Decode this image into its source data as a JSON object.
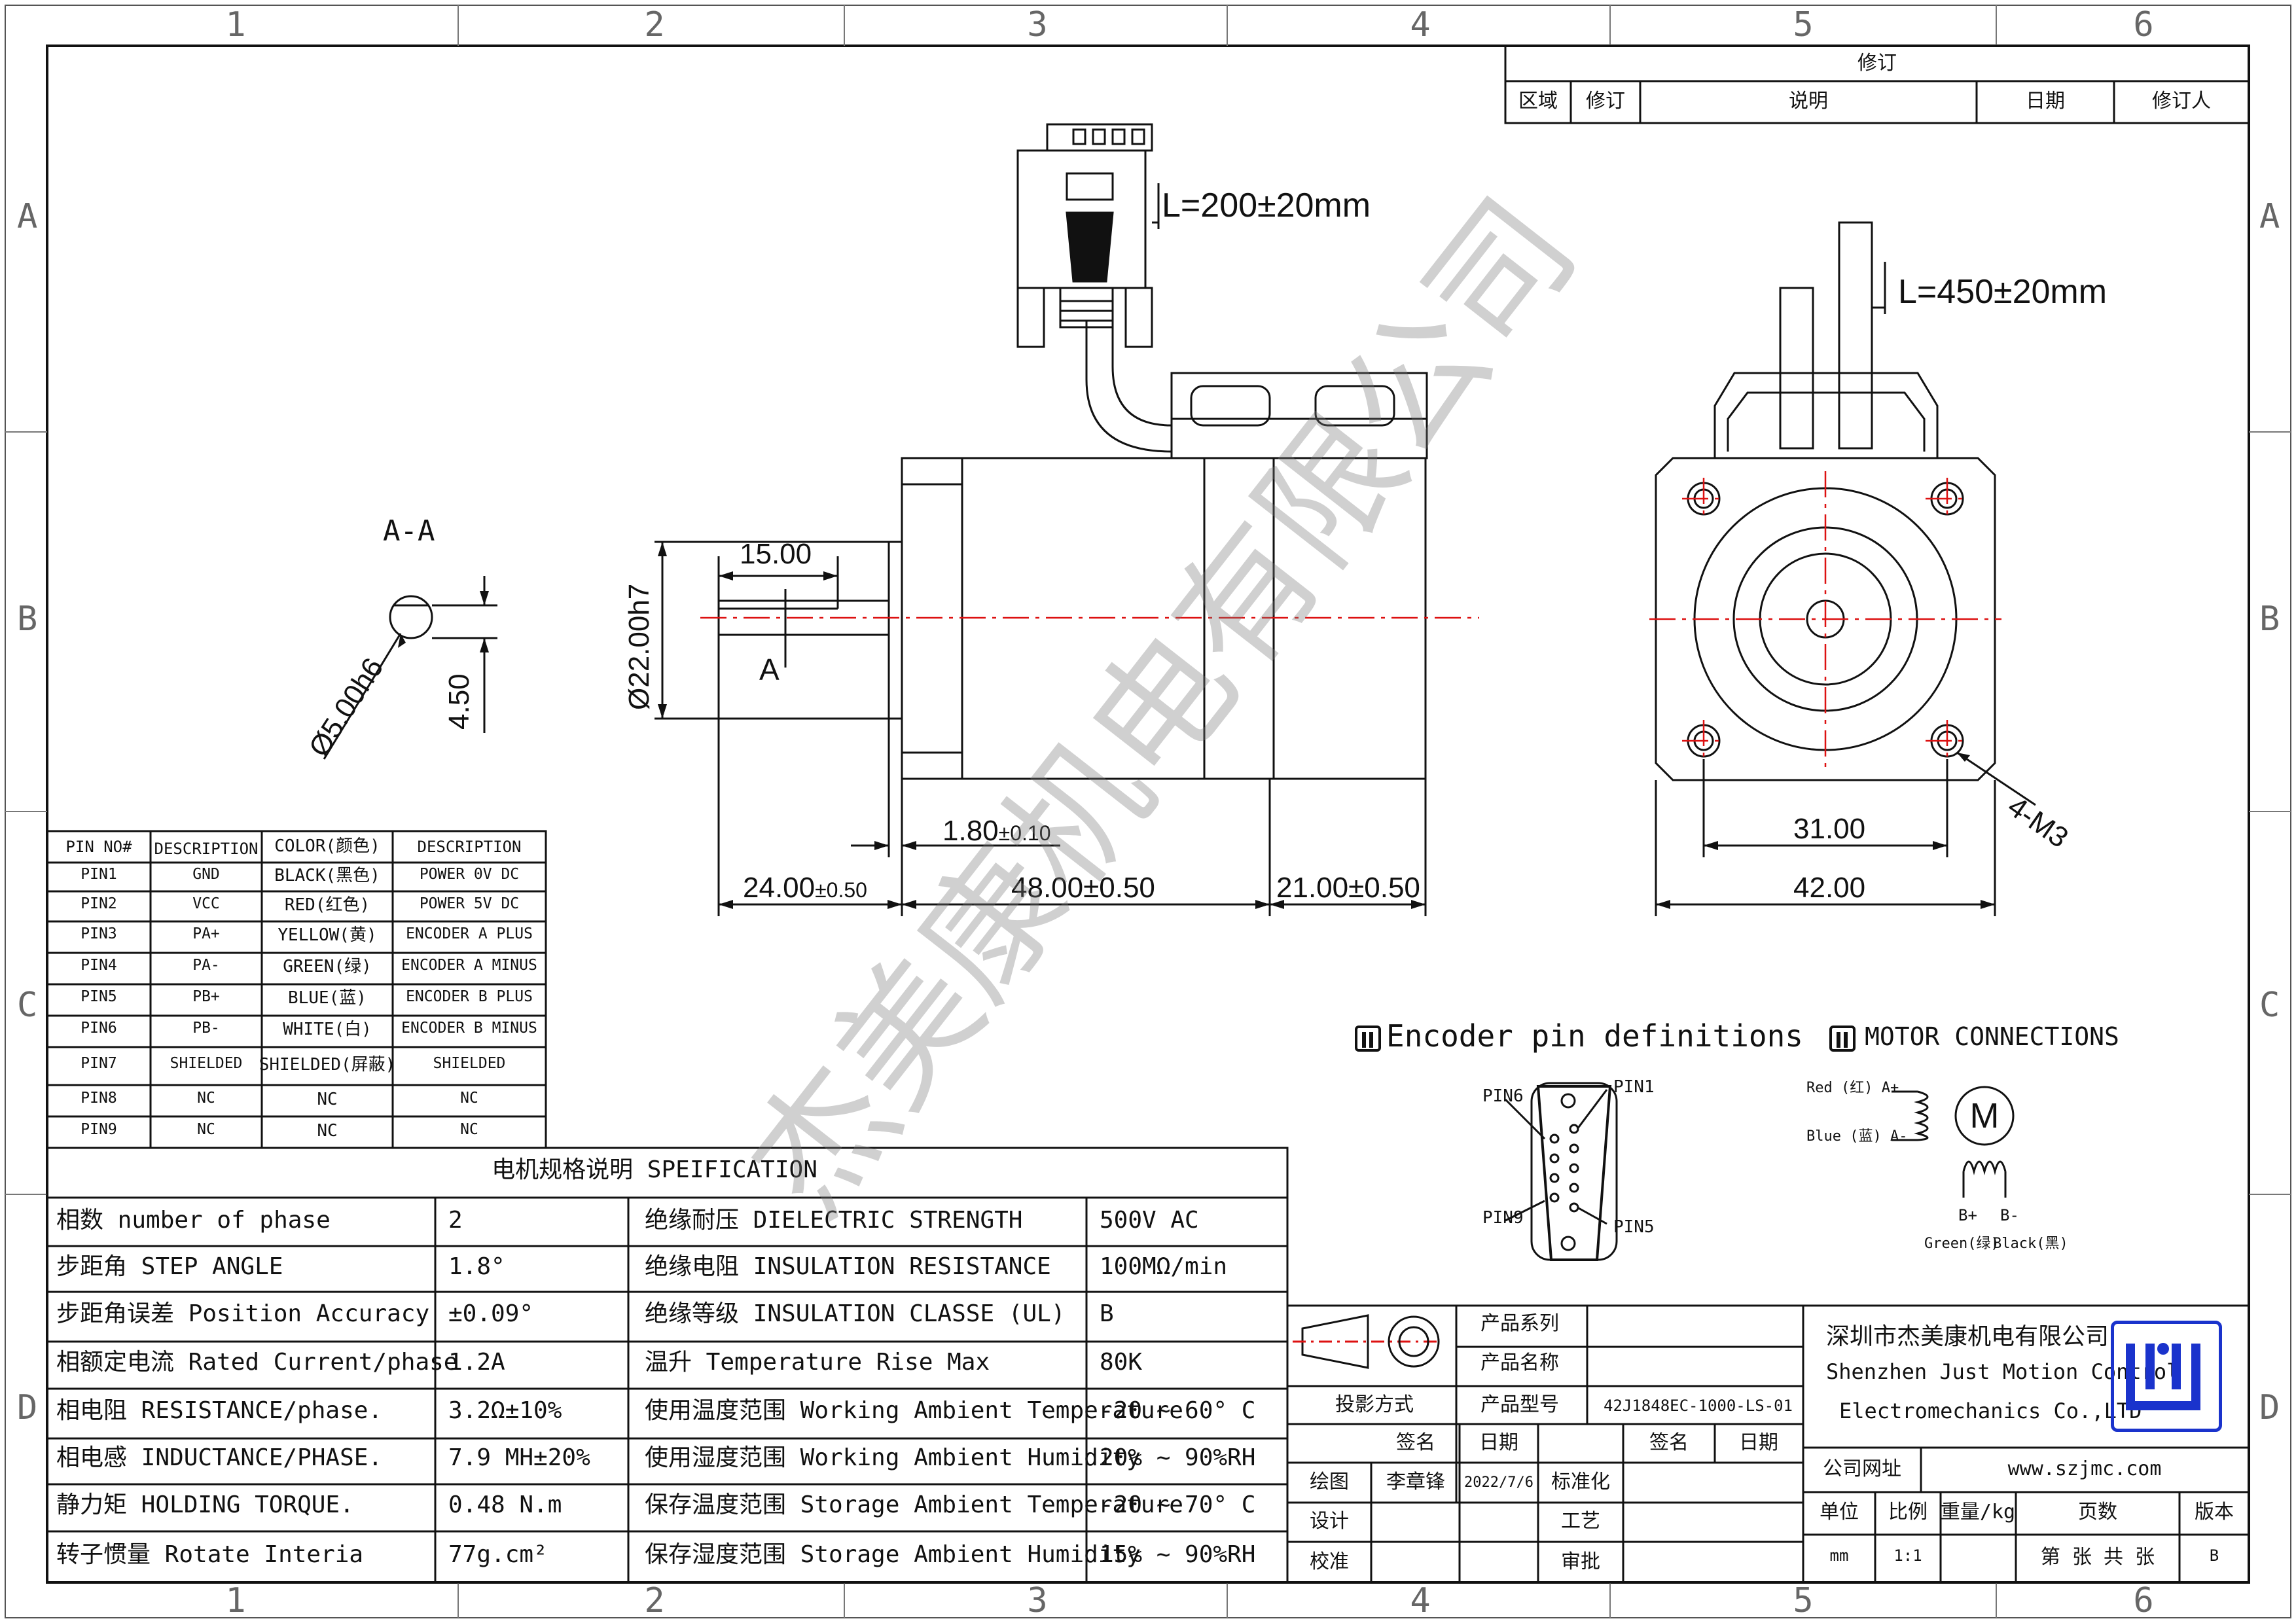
{
  "zones": {
    "columns": [
      "1",
      "2",
      "3",
      "4",
      "5",
      "6"
    ],
    "rows": [
      "A",
      "B",
      "C",
      "D"
    ]
  },
  "revision": {
    "title": "修订",
    "headers": [
      "区域",
      "修订",
      "说明",
      "日期",
      "修订人"
    ]
  },
  "views": {
    "section_label": "A-A",
    "section_marker": "A",
    "shaft_diameter": "Ø5.00h6",
    "flat_depth": "4.50",
    "shaft_length": "15.00",
    "pilot_diameter": "Ø22.00h7",
    "flange_thickness": "1.80",
    "flange_thickness_tol": "±0.10",
    "dim_front": "24.00",
    "dim_front_tol": "±0.50",
    "dim_body": "48.00±0.50",
    "dim_rear": "21.00±0.50",
    "cable_encoder": "L=200±20mm",
    "cable_motor": "L=450±20mm",
    "hole_spacing": "31.00",
    "frame_size": "42.00",
    "mount_holes": "4-M3"
  },
  "pin_table": {
    "headers": [
      "PIN NO#",
      "DESCRIPTION",
      "COLOR(颜色)",
      "DESCRIPTION"
    ],
    "rows": [
      [
        "PIN1",
        "GND",
        "BLACK(黑色)",
        "POWER 0V DC"
      ],
      [
        "PIN2",
        "VCC",
        "RED(红色)",
        "POWER 5V DC"
      ],
      [
        "PIN3",
        "PA+",
        "YELLOW(黄)",
        "ENCODER A PLUS"
      ],
      [
        "PIN4",
        "PA-",
        "GREEN(绿)",
        "ENCODER A MINUS"
      ],
      [
        "PIN5",
        "PB+",
        "BLUE(蓝)",
        "ENCODER B PLUS"
      ],
      [
        "PIN6",
        "PB-",
        "WHITE(白)",
        "ENCODER B MINUS"
      ],
      [
        "PIN7",
        "SHIELDED",
        "SHIELDED(屏蔽)",
        "SHIELDED"
      ],
      [
        "PIN8",
        "NC",
        "NC",
        "NC"
      ],
      [
        "PIN9",
        "NC",
        "NC",
        "NC"
      ]
    ]
  },
  "spec_table": {
    "title": "电机规格说明 SPEIFICATION",
    "rows": [
      [
        "相数 number of phase",
        "2",
        "绝缘耐压 DIELECTRIC STRENGTH",
        "500V AC"
      ],
      [
        "步距角 STEP ANGLE",
        "1.8°",
        "绝缘电阻 INSULATION RESISTANCE",
        "100MΩ/min"
      ],
      [
        "步距角误差 Position Accuracy",
        "±0.09°",
        "绝缘等级 INSULATION CLASSE (UL)",
        "B"
      ],
      [
        "相额定电流 Rated Current/phase",
        "1.2A",
        "温升 Temperature Rise Max",
        "80K"
      ],
      [
        "相电阻 RESISTANCE/phase.",
        "3.2Ω±10%",
        "使用温度范围 Working Ambient Temperature",
        "-20 ~ 60° C"
      ],
      [
        "相电感 INDUCTANCE/PHASE.",
        "7.9 MH±20%",
        "使用湿度范围 Working Ambient Humidity",
        "20% ~ 90%RH"
      ],
      [
        "静力矩 HOLDING TORQUE.",
        "0.48 N.m",
        "保存温度范围 Storage Ambient Temperature",
        "-20 ~ 70° C"
      ],
      [
        "转子惯量 Rotate Interia",
        "77g.cm²",
        "保存湿度范围 Storage Ambient Humidity",
        "15% ~ 90%RH"
      ]
    ]
  },
  "encoder_pins": {
    "title": "Encoder pin definitions",
    "labels": [
      "PIN6",
      "PIN1",
      "PIN9",
      "PIN5"
    ]
  },
  "motor_connections": {
    "title": "MOTOR CONNECTIONS",
    "a_plus": "Red (红) A+",
    "a_minus": "Blue (蓝) A-",
    "b_plus": "B+",
    "b_minus": "B-",
    "b_plus_color": "Green(绿)",
    "b_minus_color": "Black(黑)",
    "motor_symbol": "M"
  },
  "title_block": {
    "product_series_label": "产品系列",
    "product_name_label": "产品名称",
    "projection_label": "投影方式",
    "model_label": "产品型号",
    "model_value": "42J1848EC-1000-LS-01",
    "sign_label": "签名",
    "date_label": "日期",
    "sign_label_2": "签名",
    "date_label_2": "日期",
    "draw_label": "绘图",
    "drawer_name": "李章锋",
    "draw_date": "2022/7/6",
    "standard_label": "标准化",
    "design_label": "设计",
    "process_label": "工艺",
    "check_label": "校准",
    "approve_label": "审批",
    "company_cn": "深圳市杰美康机电有限公司",
    "company_en_1": "Shenzhen Just Motion Control",
    "company_en_2": "Electromechanics Co.,LTD",
    "website_label": "公司网址",
    "website": "www.szjmc.com",
    "unit_label": "单位",
    "unit_value": "mm",
    "scale_label": "比例",
    "scale_value": "1:1",
    "weight_label": "重量/kg",
    "pages_label": "页数",
    "pages_value": "第 张 共 张",
    "version_label": "版本",
    "version_value": "B"
  },
  "watermark": "杰美康机电有限公司",
  "colors": {
    "line": "#111111",
    "center_line": "#dd1111",
    "logo": "#1a33cc",
    "watermark": "#888888"
  }
}
